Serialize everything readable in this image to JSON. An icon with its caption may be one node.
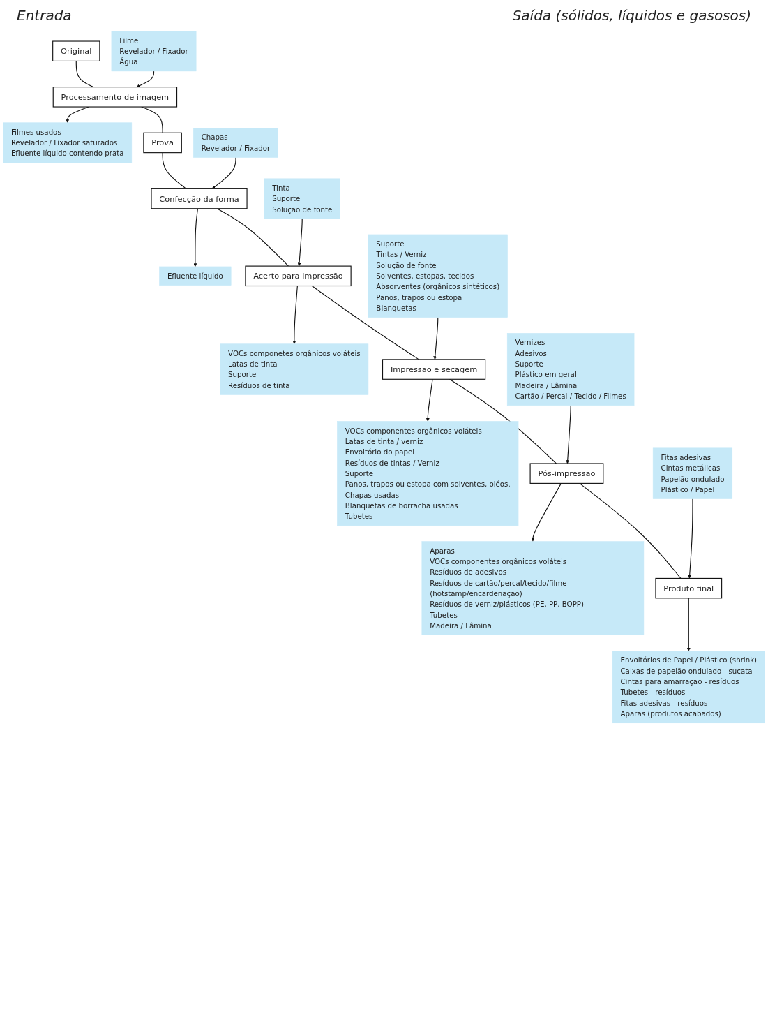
{
  "diagram": {
    "nodes": [
      {
        "text": [
          "Original"
        ]
      },
      {
        "text": [
          "Filme",
          "Revelador / Fixador",
          "Água"
        ]
      },
      {
        "text": [
          "Processamento de imagem"
        ]
      },
      {
        "text": [
          "Filmes usados",
          "Revelador / Fixador saturados",
          "Efluente líquido contendo prata"
        ]
      },
      {
        "text": [
          "Prova"
        ]
      },
      {
        "text": [
          "Chapas",
          "Revelador / Fixador"
        ]
      },
      {
        "text": [
          "Confecção da forma"
        ]
      },
      {
        "text": [
          "Efluente líquido"
        ]
      },
      {
        "text": [
          "Tinta",
          "Suporte",
          "Solução de fonte"
        ]
      },
      {
        "text": [
          "Acerto para impressão"
        ]
      },
      {
        "text": [
          "VOCs componetes orgânicos voláteis",
          "Latas de tinta",
          "Suporte",
          "Resíduos de tinta"
        ]
      },
      {
        "text": [
          "Suporte",
          "Tintas / Verniz",
          "Solução de fonte",
          "Solventes, estopas, tecidos",
          "Absorventes (orgânicos sintéticos)",
          "Panos, trapos ou estopa",
          "Blanquetas"
        ]
      },
      {
        "text": [
          "Impressão e secagem"
        ]
      },
      {
        "text": [
          "VOCs componentes orgânicos voláteis",
          "Latas de tinta / verniz",
          "Envoltório do papel",
          "Resíduos de tintas / Verniz",
          "Suporte",
          "Panos, trapos ou estopa com solventes, oléos.",
          "Chapas usadas",
          "Blanquetas de borracha usadas",
          "Tubetes"
        ]
      },
      {
        "text": [
          "Vernizes",
          "Adesivos",
          "Suporte",
          "Plástico em geral",
          "Madeira / Lâmina",
          "Cartão / Percal / Tecido / Filmes"
        ]
      },
      {
        "text": [
          "Pós-impressão"
        ]
      },
      {
        "text": [
          "Aparas",
          "VOCs componentes orgânicos voláteis",
          "Resíduos de adesivos",
          "Resíduos de cartão/percal/tecido/filme (hotstamp/encardenação)",
          "Resíduos de verniz/plásticos (PE, PP, BOPP)",
          "Tubetes",
          "Madeira / Lâmina"
        ]
      },
      {
        "text": [
          "Fitas adesivas",
          "Cintas metálicas",
          "Papelão ondulado",
          "Plástico / Papel"
        ]
      },
      {
        "text": [
          "Produto final"
        ]
      },
      {
        "text": [
          "Envoltórios de Papel / Plástico (shrink)",
          "Caixas de papelão ondulado - sucata",
          "Cintas para amarração - resíduos",
          "Tubetes - resíduos",
          "Fitas adesivas - resíduos",
          "Aparas (produtos acabados)"
        ]
      }
    ],
    "edges": [
      {
        "from": 0,
        "to": 2,
        "arrow": "none"
      },
      {
        "from": 1,
        "to": 2,
        "arrow": "to"
      },
      {
        "from": 2,
        "to": 3,
        "arrow": "to"
      },
      {
        "from": 2,
        "to": 4,
        "arrow": "none"
      },
      {
        "from": 4,
        "to": 6,
        "arrow": "none"
      },
      {
        "from": 5,
        "to": 6,
        "arrow": "to"
      },
      {
        "from": 6,
        "to": 7,
        "arrow": "to"
      },
      {
        "from": 6,
        "to": 9,
        "arrow": "none"
      },
      {
        "from": 8,
        "to": 9,
        "arrow": "to"
      },
      {
        "from": 9,
        "to": 10,
        "arrow": "to"
      },
      {
        "from": 9,
        "to": 12,
        "arrow": "none"
      },
      {
        "from": 11,
        "to": 12,
        "arrow": "to"
      },
      {
        "from": 12,
        "to": 13,
        "arrow": "to"
      },
      {
        "from": 12,
        "to": 15,
        "arrow": "none"
      },
      {
        "from": 14,
        "to": 15,
        "arrow": "to"
      },
      {
        "from": 15,
        "to": 16,
        "arrow": "to"
      },
      {
        "from": 15,
        "to": 18,
        "arrow": "none"
      },
      {
        "from": 17,
        "to": 18,
        "arrow": "to"
      },
      {
        "from": 18,
        "to": 19,
        "arrow": "to"
      }
    ],
    "labels": [
      "Entrada",
      "Saída (sólidos, líquidos e gasosos)"
    ]
  }
}
